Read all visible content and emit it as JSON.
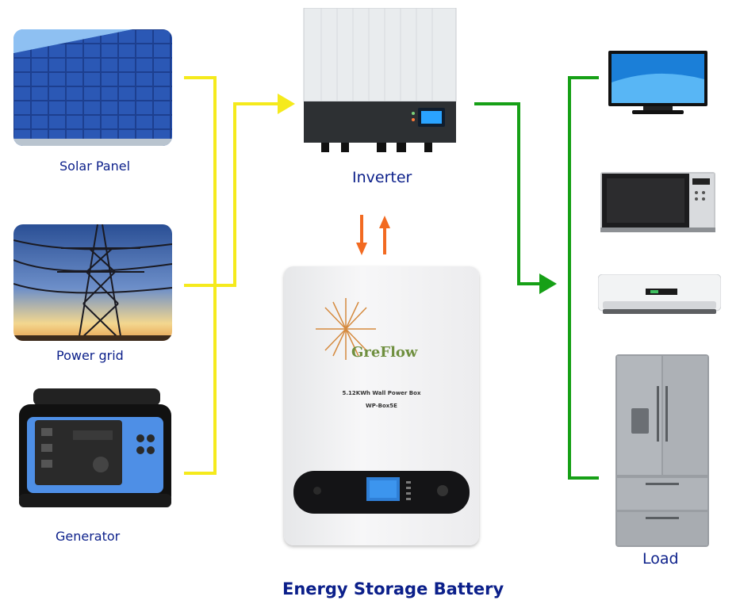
{
  "sources": [
    {
      "label": "Solar Panel",
      "icon": "solar-panel-icon"
    },
    {
      "label": "Power grid",
      "icon": "power-tower-icon"
    },
    {
      "label": "Generator",
      "icon": "portable-generator-icon"
    }
  ],
  "inverter": {
    "label": "Inverter"
  },
  "battery": {
    "label": "Energy Storage Battery",
    "brand": "GreFlow",
    "model_line1": "5.12KWh Wall Power Box",
    "model_line2": "WP-Box5E"
  },
  "load": {
    "label": "Load",
    "appliances": [
      "tv-icon",
      "microwave-icon",
      "air-conditioner-icon",
      "refrigerator-icon"
    ]
  },
  "colors": {
    "source_line": "#f5ea1c",
    "load_line": "#16a016",
    "battery_arrows": "#f26a21",
    "label_text": "#0b1f8a"
  }
}
